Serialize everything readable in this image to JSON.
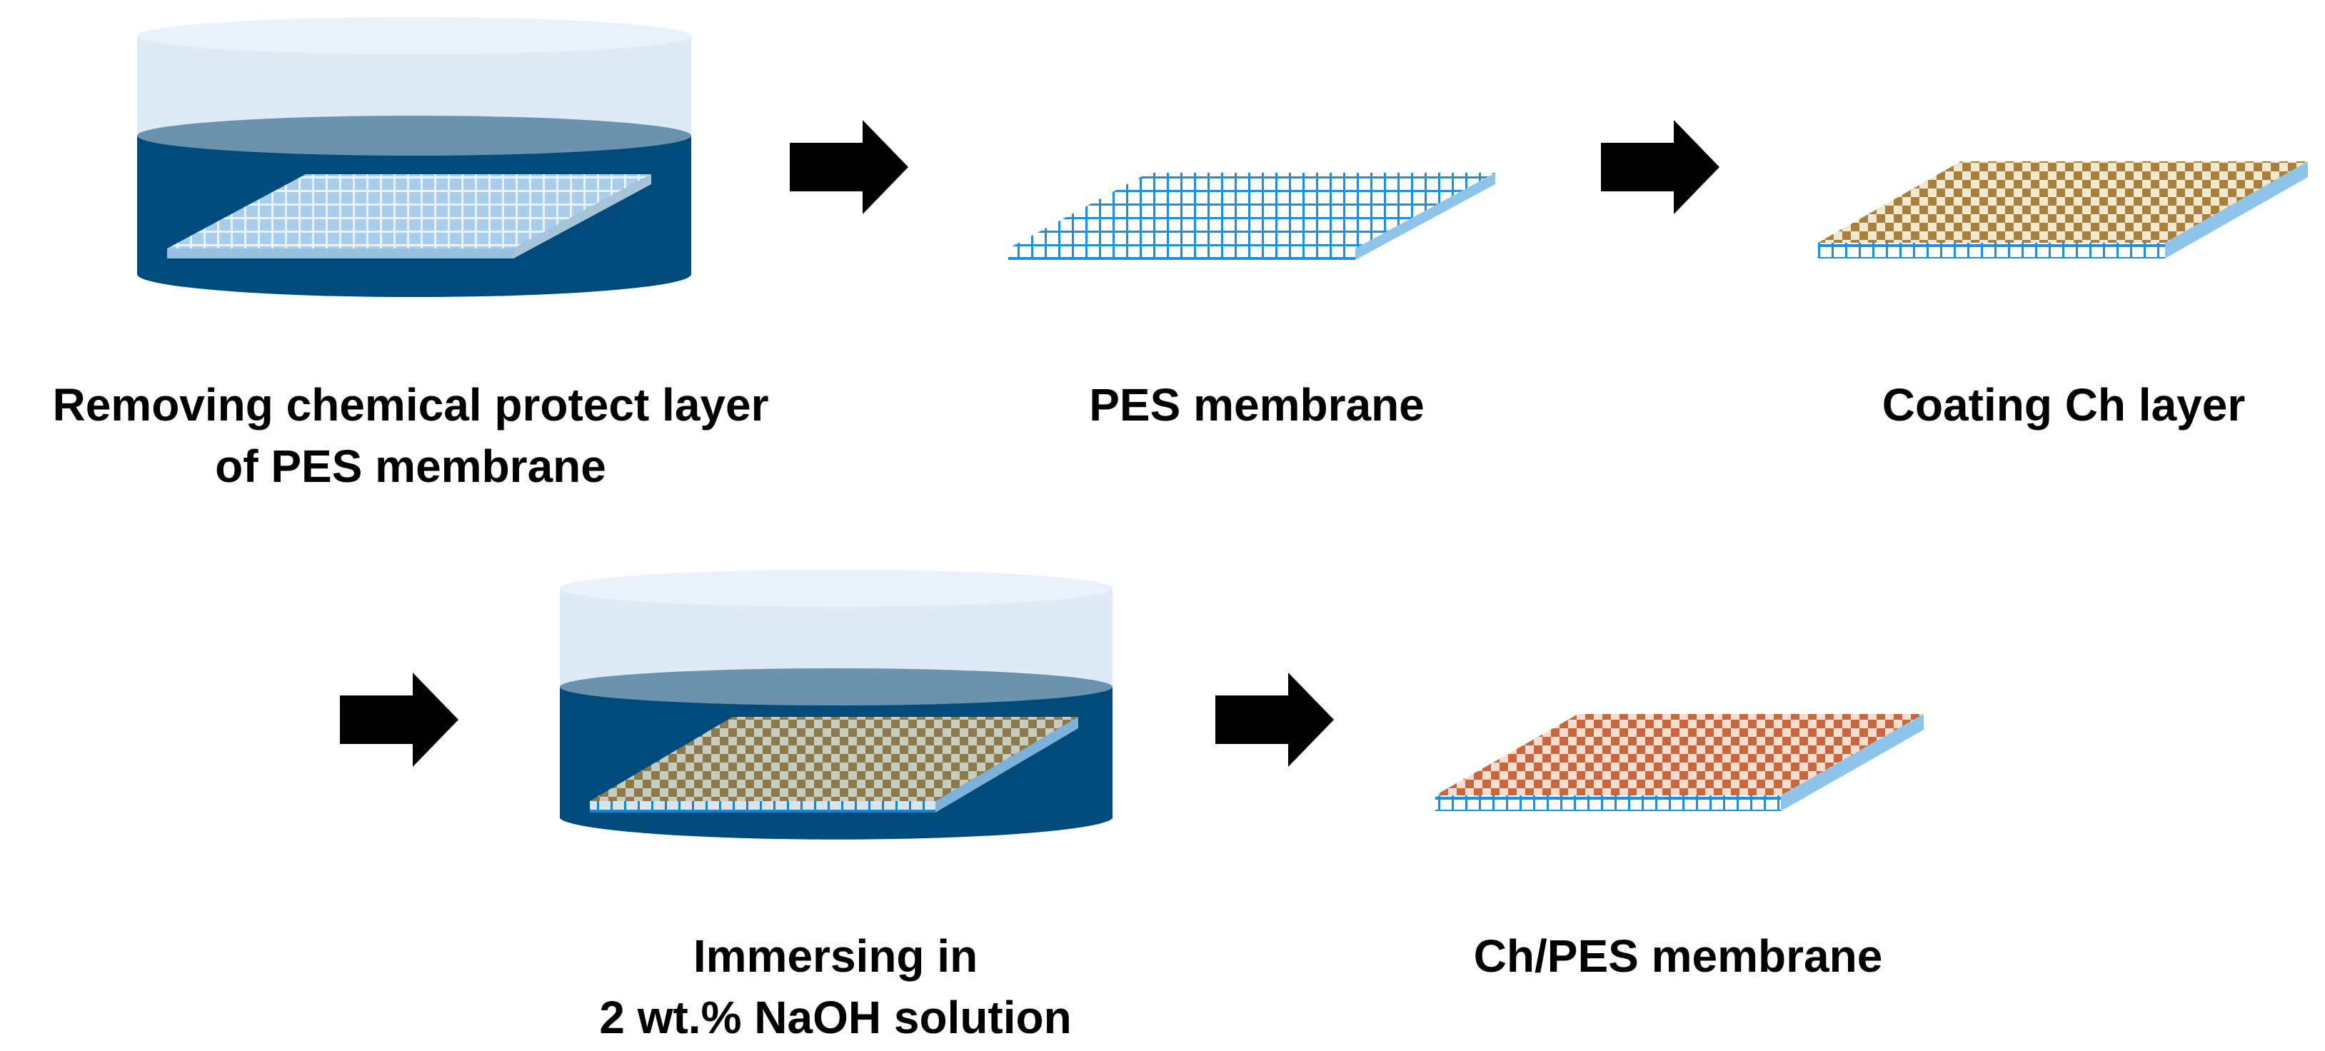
{
  "steps": [
    {
      "caption_lines": [
        "Removing chemical protect layer",
        "of PES membrane"
      ],
      "graphic": "dish-with-mesh"
    },
    {
      "caption_lines": [
        "PES membrane"
      ],
      "graphic": "mesh-membrane"
    },
    {
      "caption_lines": [
        "Coating Ch layer"
      ],
      "graphic": "checker-coated-membrane-tan"
    },
    {
      "caption_lines": [
        "Immersing in",
        "2 wt.% NaOH solution"
      ],
      "graphic": "dish-with-coated-membrane"
    },
    {
      "caption_lines": [
        "Ch/PES membrane"
      ],
      "graphic": "checker-coated-membrane-orange"
    }
  ],
  "arrows": 4,
  "colors": {
    "liquid": "#004b7c",
    "liquid_surface": "#6b93ad",
    "dish_glass": "#deebf7",
    "dish_rim": "#e9f2fa",
    "mesh_line": "#1c8fe0",
    "mesh_light": "#8fc4ea",
    "ch_tan": "#a6803c",
    "ch_orange": "#c8683f",
    "arrow": "#000000"
  }
}
